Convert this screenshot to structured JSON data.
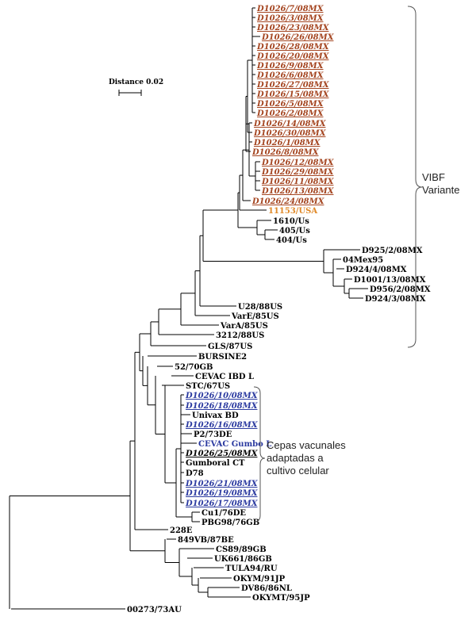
{
  "scale_label": "Distance 0.02",
  "group_variant": {
    "line1": "VIBF",
    "line2": "Variante"
  },
  "group_vaccine": {
    "line1": "Cepas vacunales",
    "line2": "adaptadas a",
    "line3": "cultivo celular"
  },
  "leaves": [
    {
      "label": "D1026/7/08MX",
      "style": "brown"
    },
    {
      "label": "D1026/3/08MX",
      "style": "brown"
    },
    {
      "label": "D1026/23/08MX",
      "style": "brown"
    },
    {
      "label": "D1026/26/08MX",
      "style": "brown"
    },
    {
      "label": "D1026/28/08MX",
      "style": "brown"
    },
    {
      "label": "D1026/20/08MX",
      "style": "brown"
    },
    {
      "label": "D1026/9/08MX",
      "style": "brown"
    },
    {
      "label": "D1026/6/08MX",
      "style": "brown"
    },
    {
      "label": "D1026/27/08MX",
      "style": "brown"
    },
    {
      "label": "D1026/15/08MX",
      "style": "brown"
    },
    {
      "label": "D1026/5/08MX",
      "style": "brown"
    },
    {
      "label": "D1026/2/08MX",
      "style": "brown"
    },
    {
      "label": "D1026/14/08MX",
      "style": "brown"
    },
    {
      "label": "D1026/30/08MX",
      "style": "brown"
    },
    {
      "label": "D1026/1/08MX",
      "style": "brown"
    },
    {
      "label": "D1026/8/08MX",
      "style": "brown"
    },
    {
      "label": "D1026/12/08MX",
      "style": "brown"
    },
    {
      "label": "D1026/29/08MX",
      "style": "brown"
    },
    {
      "label": "D1026/11/08MX",
      "style": "brown"
    },
    {
      "label": "D1026/13/08MX",
      "style": "brown"
    },
    {
      "label": "D1026/24/08MX",
      "style": "brown"
    },
    {
      "label": "11153/USA",
      "style": "orange"
    },
    {
      "label": "1610/Us",
      "style": "black"
    },
    {
      "label": "405/Us",
      "style": "black"
    },
    {
      "label": "404/Us",
      "style": "black"
    },
    {
      "label": "D925/2/08MX",
      "style": "black"
    },
    {
      "label": "04Mex95",
      "style": "black"
    },
    {
      "label": "D924/4/08MX",
      "style": "black"
    },
    {
      "label": "D1001/13/08MX",
      "style": "black"
    },
    {
      "label": "D956/2/08MX",
      "style": "black"
    },
    {
      "label": "D924/3/08MX",
      "style": "black"
    },
    {
      "label": "U28/88US",
      "style": "black"
    },
    {
      "label": "VarE/85US",
      "style": "black"
    },
    {
      "label": "VarA/85US",
      "style": "black"
    },
    {
      "label": "3212/88US",
      "style": "black"
    },
    {
      "label": "GLS/87US",
      "style": "black"
    },
    {
      "label": "BURSINE2",
      "style": "black"
    },
    {
      "label": "52/70GB",
      "style": "black"
    },
    {
      "label": "CEVAC IBD L",
      "style": "black"
    },
    {
      "label": "STC/67US",
      "style": "black"
    },
    {
      "label": "D1026/10/08MX",
      "style": "blue"
    },
    {
      "label": "D1026/18/08MX",
      "style": "blue"
    },
    {
      "label": "Univax BD",
      "style": "black"
    },
    {
      "label": "D1026/16/08MX",
      "style": "blue"
    },
    {
      "label": "P2/73DE",
      "style": "black"
    },
    {
      "label": "CEVAC Gumbo L",
      "style": "bluebold"
    },
    {
      "label": "D1026/25/08MX",
      "style": "blackit"
    },
    {
      "label": "Gumboral CT",
      "style": "black"
    },
    {
      "label": "D78",
      "style": "black"
    },
    {
      "label": "D1026/21/08MX",
      "style": "blue"
    },
    {
      "label": "D1026/19/08MX",
      "style": "blue"
    },
    {
      "label": "D1026/17/08MX",
      "style": "blue"
    },
    {
      "label": "Cu1/76DE",
      "style": "black"
    },
    {
      "label": "PBG98/76GB",
      "style": "black"
    },
    {
      "label": "228E",
      "style": "black"
    },
    {
      "label": "849VB/87BE",
      "style": "black"
    },
    {
      "label": "CS89/89GB",
      "style": "black"
    },
    {
      "label": "UK661/86GB",
      "style": "black"
    },
    {
      "label": "TULA94/RU",
      "style": "black"
    },
    {
      "label": "OKYM/91JP",
      "style": "black"
    },
    {
      "label": "DV86/86NL",
      "style": "black"
    },
    {
      "label": "OKYMT/95JP",
      "style": "black"
    },
    {
      "label": "00273/73AU",
      "style": "black"
    }
  ]
}
